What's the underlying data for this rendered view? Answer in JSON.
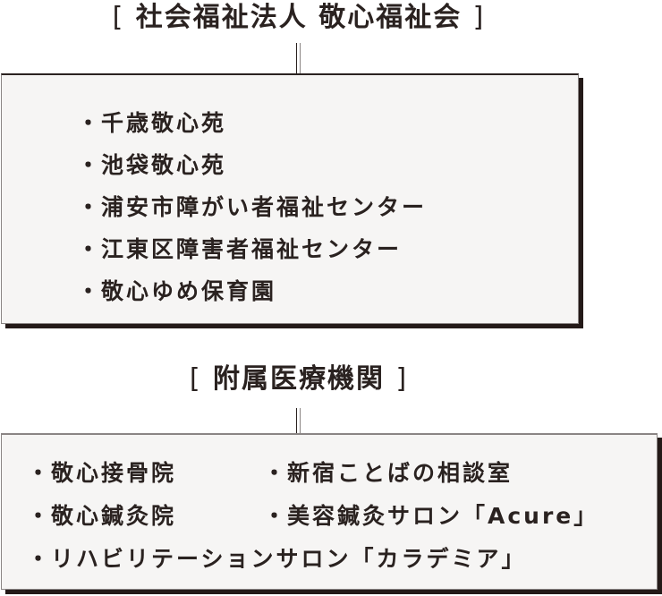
{
  "section1": {
    "heading_open": "[",
    "heading_text": "社会福祉法人 敬心福祉会",
    "heading_close": "]",
    "bullet": "・",
    "items": [
      {
        "label": "千歳敬心苑"
      },
      {
        "label": "池袋敬心苑"
      },
      {
        "label": "浦安市障がい者福祉センター"
      },
      {
        "label": "江東区障害者福祉センター"
      },
      {
        "label": "敬心ゆめ保育園"
      }
    ]
  },
  "section2": {
    "heading_open": "[",
    "heading_text": "附属医療機関",
    "heading_close": "]",
    "bullet": "・",
    "rows": [
      {
        "left": "敬心接骨院",
        "right": "新宿ことばの相談室"
      },
      {
        "left": "敬心鍼灸院",
        "right": "美容鍼灸サロン「Acure」"
      },
      {
        "full": "リハビリテーションサロン「カラデミア」"
      }
    ]
  },
  "colors": {
    "text": "#2a2220",
    "box_background": "#f6f5f4",
    "box_border_light": "#8a8584",
    "shadow": "#241a18"
  }
}
